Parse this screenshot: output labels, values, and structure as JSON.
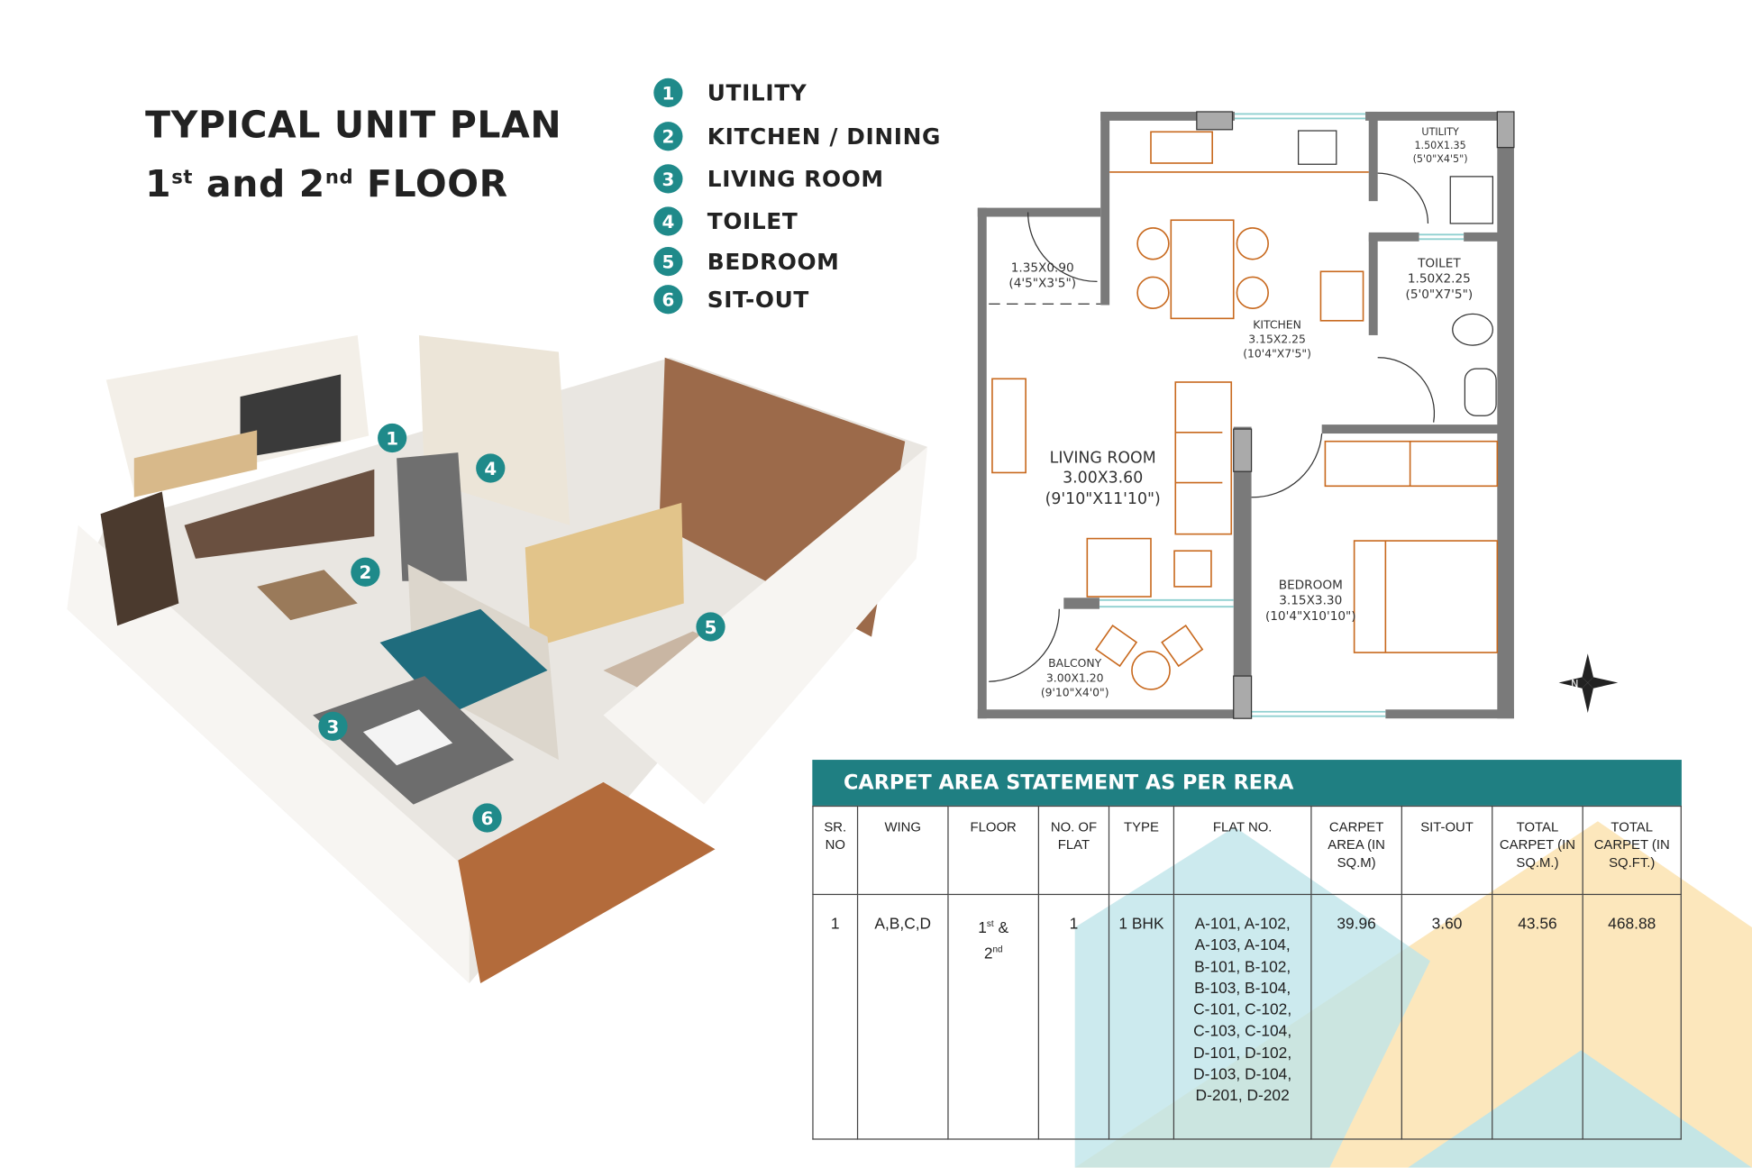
{
  "title": {
    "line1": "TYPICAL UNIT PLAN",
    "line2_a": "1",
    "line2_sup1": "st",
    "line2_b": " and 2",
    "line2_sup2": "nd",
    "line2_c": " FLOOR"
  },
  "legend": [
    {
      "num": "1",
      "label": "UTILITY"
    },
    {
      "num": "2",
      "label": "KITCHEN / DINING"
    },
    {
      "num": "3",
      "label": "LIVING ROOM"
    },
    {
      "num": "4",
      "label": "TOILET"
    },
    {
      "num": "5",
      "label": "BEDROOM"
    },
    {
      "num": "6",
      "label": "SIT-OUT"
    }
  ],
  "render_badges": [
    "1",
    "4",
    "2",
    "3",
    "5",
    "6"
  ],
  "plan": {
    "foyer": {
      "dim": "1.35X0.90",
      "imp": "(4'5\"X3'5\")"
    },
    "utility": {
      "name": "UTILITY",
      "dim": "1.50X1.35",
      "imp": "(5'0\"X4'5\")"
    },
    "toilet": {
      "name": "TOILET",
      "dim": "1.50X2.25",
      "imp": "(5'0\"X7'5\")"
    },
    "kitchen": {
      "name": "KITCHEN",
      "dim": "3.15X2.25",
      "imp": "(10'4\"X7'5\")"
    },
    "living": {
      "name": "LIVING ROOM",
      "dim": "3.00X3.60",
      "imp": "(9'10\"X11'10\")"
    },
    "bedroom": {
      "name": "BEDROOM",
      "dim": "3.15X3.30",
      "imp": "(10'4\"X10'10\")"
    },
    "balcony": {
      "name": "BALCONY",
      "dim": "3.00X1.20",
      "imp": "(9'10\"X4'0\")"
    },
    "compass": "N"
  },
  "table": {
    "heading": "CARPET AREA STATEMENT AS PER RERA",
    "columns": [
      "SR. NO",
      "WING",
      "FLOOR",
      "NO. OF FLAT",
      "TYPE",
      "FLAT NO.",
      "CARPET AREA (IN SQ.M)",
      "SIT-OUT",
      "TOTAL CARPET (IN SQ.M.)",
      "TOTAL CARPET (IN SQ.FT.)"
    ],
    "row": {
      "sr": "1",
      "wing": "A,B,C,D",
      "floor_a": "1",
      "floor_a_sup": "st",
      "floor_amp": " &",
      "floor_b": "2",
      "floor_b_sup": "nd",
      "no_of_flat": "1",
      "type": "1 BHK",
      "flat_nos": [
        "A-101, A-102,",
        "A-103, A-104,",
        "B-101, B-102,",
        "B-103, B-104,",
        "C-101, C-102,",
        "C-103, C-104,",
        "D-101, D-102,",
        "D-103, D-104,",
        "D-201, D-202"
      ],
      "carpet_area": "39.96",
      "sit_out": "3.60",
      "total_sqm": "43.56",
      "total_sqft": "468.88"
    }
  },
  "colors": {
    "teal": "#1f7f82",
    "orange": "#c8691e",
    "wall": "#7a7a7a",
    "cyan_bg": "#bfe5ea",
    "yellow_bg": "#fbe3b0"
  }
}
